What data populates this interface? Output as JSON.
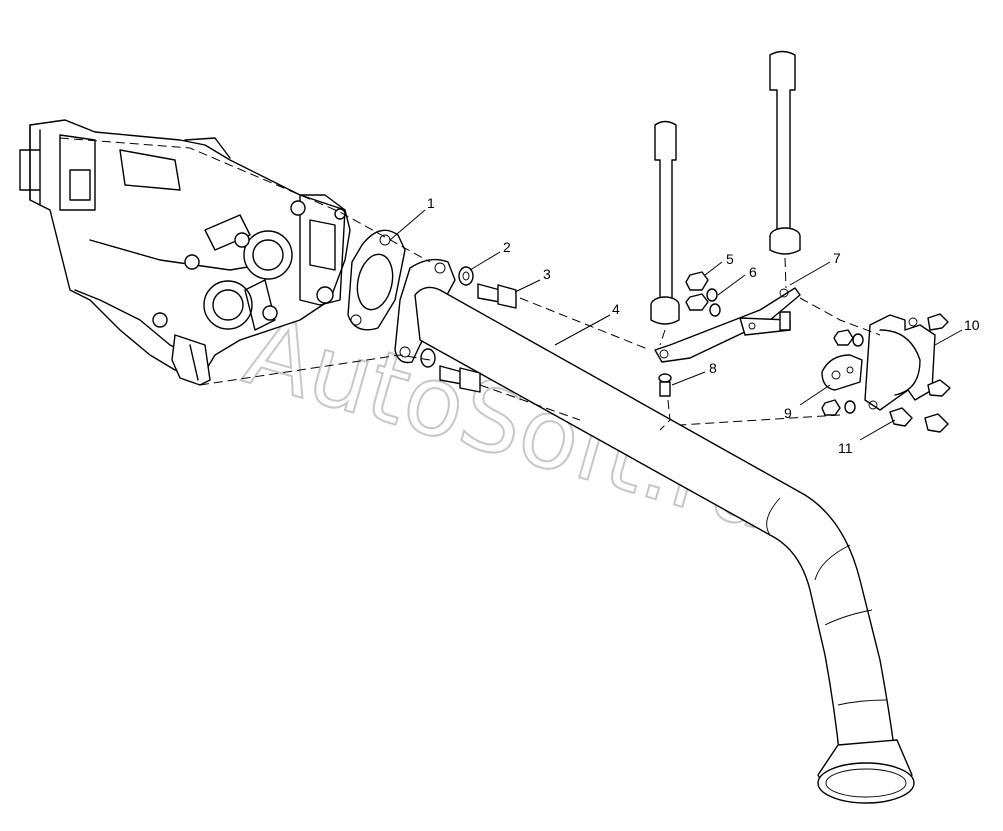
{
  "watermark": "AutoSoft.ru",
  "callouts": [
    {
      "id": "1",
      "label": "1"
    },
    {
      "id": "2",
      "label": "2"
    },
    {
      "id": "3",
      "label": "3"
    },
    {
      "id": "4",
      "label": "4"
    },
    {
      "id": "5",
      "label": "5"
    },
    {
      "id": "6",
      "label": "6"
    },
    {
      "id": "7",
      "label": "7"
    },
    {
      "id": "8",
      "label": "8"
    },
    {
      "id": "9",
      "label": "9"
    },
    {
      "id": "10",
      "label": "10"
    },
    {
      "id": "11",
      "label": "11"
    }
  ]
}
